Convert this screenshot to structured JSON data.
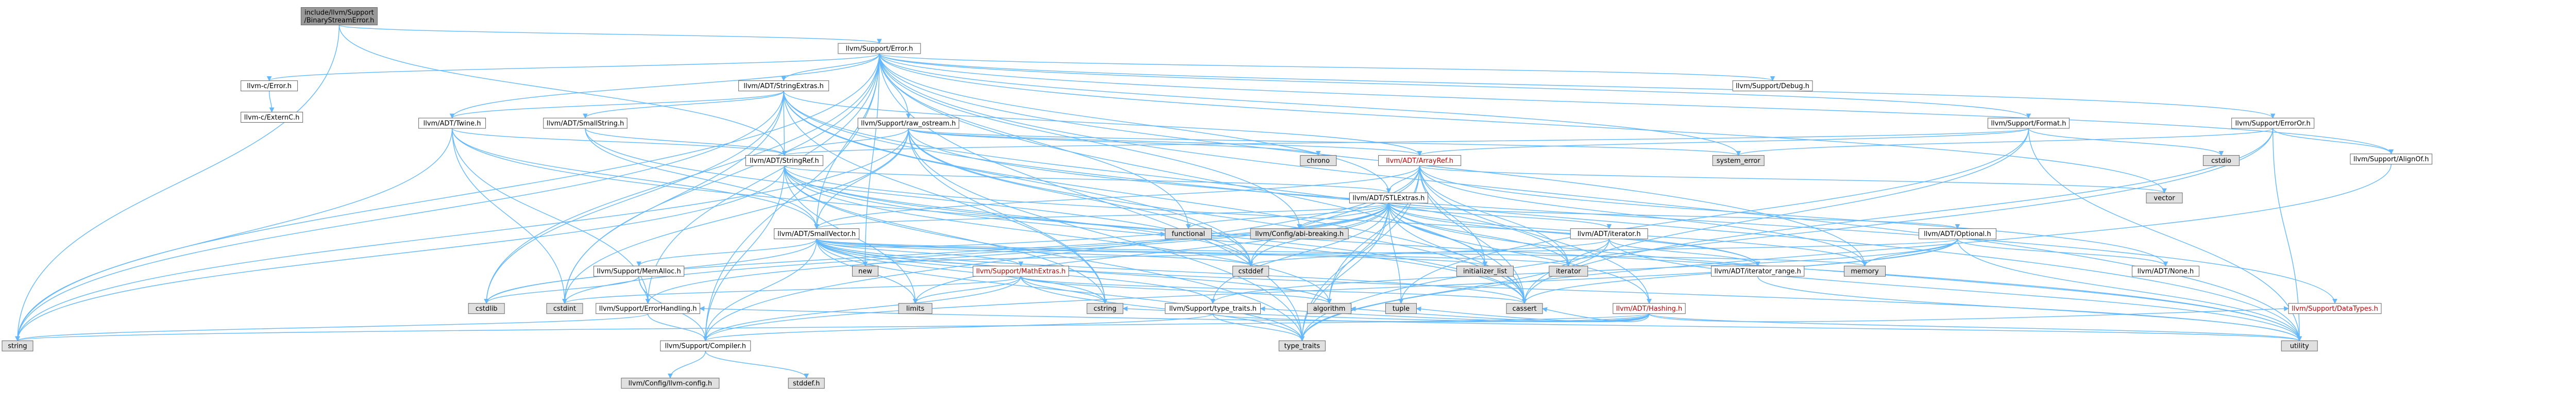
{
  "colors": {
    "edge": "#63b8ff",
    "root_fill": "#999999",
    "node_fill": "#ffffff",
    "system_fill": "#e0e0e0",
    "border": "#666666",
    "incomplete_text": "#c00000"
  },
  "root": "llvm/Support/BinaryStreamError.h",
  "nodes": [
    {
      "id": "root",
      "lines": [
        "include/llvm/Support",
        "/BinaryStreamError.h"
      ],
      "kind": "root"
    },
    {
      "id": "error",
      "lines": [
        "llvm/Support/Error.h"
      ],
      "kind": "normal"
    },
    {
      "id": "stringref",
      "lines": [
        "llvm/ADT/StringRef.h"
      ],
      "kind": "normal"
    },
    {
      "id": "string",
      "lines": [
        "string"
      ],
      "kind": "system"
    },
    {
      "id": "cerror",
      "lines": [
        "llvm-c/Error.h"
      ],
      "kind": "normal"
    },
    {
      "id": "cexternc",
      "lines": [
        "llvm-c/ExternC.h"
      ],
      "kind": "normal"
    },
    {
      "id": "stringextras",
      "lines": [
        "llvm/ADT/StringExtras.h"
      ],
      "kind": "normal"
    },
    {
      "id": "twine",
      "lines": [
        "llvm/ADT/Twine.h"
      ],
      "kind": "normal"
    },
    {
      "id": "smallstring",
      "lines": [
        "llvm/ADT/SmallString.h"
      ],
      "kind": "normal"
    },
    {
      "id": "rawostream",
      "lines": [
        "llvm/Support/raw_ostream.h"
      ],
      "kind": "normal"
    },
    {
      "id": "stlextras",
      "lines": [
        "llvm/ADT/STLExtras.h"
      ],
      "kind": "normal"
    },
    {
      "id": "smallvector",
      "lines": [
        "llvm/ADT/SmallVector.h"
      ],
      "kind": "normal"
    },
    {
      "id": "arrayref",
      "lines": [
        "llvm/ADT/ArrayRef.h"
      ],
      "kind": "red"
    },
    {
      "id": "debug",
      "lines": [
        "llvm/Support/Debug.h"
      ],
      "kind": "normal"
    },
    {
      "id": "format",
      "lines": [
        "llvm/Support/Format.h"
      ],
      "kind": "normal"
    },
    {
      "id": "erroror",
      "lines": [
        "llvm/Support/ErrorOr.h"
      ],
      "kind": "normal"
    },
    {
      "id": "alignof",
      "lines": [
        "llvm/Support/AlignOf.h"
      ],
      "kind": "normal"
    },
    {
      "id": "vector",
      "lines": [
        "vector"
      ],
      "kind": "system"
    },
    {
      "id": "systemerror",
      "lines": [
        "system_error"
      ],
      "kind": "system"
    },
    {
      "id": "chrono",
      "lines": [
        "chrono"
      ],
      "kind": "system"
    },
    {
      "id": "cstdio",
      "lines": [
        "cstdio"
      ],
      "kind": "system"
    },
    {
      "id": "abibreaking",
      "lines": [
        "llvm/Config/abi-breaking.h"
      ],
      "kind": "system"
    },
    {
      "id": "functional",
      "lines": [
        "functional"
      ],
      "kind": "system"
    },
    {
      "id": "adtiterator",
      "lines": [
        "llvm/ADT/iterator.h"
      ],
      "kind": "normal"
    },
    {
      "id": "optional",
      "lines": [
        "llvm/ADT/Optional.h"
      ],
      "kind": "normal"
    },
    {
      "id": "memalloc",
      "lines": [
        "llvm/Support/MemAlloc.h"
      ],
      "kind": "normal"
    },
    {
      "id": "mathextras",
      "lines": [
        "llvm/Support/MathExtras.h"
      ],
      "kind": "red"
    },
    {
      "id": "new",
      "lines": [
        "new"
      ],
      "kind": "system"
    },
    {
      "id": "initlist",
      "lines": [
        "initializer_list"
      ],
      "kind": "system"
    },
    {
      "id": "cstddef",
      "lines": [
        "cstddef"
      ],
      "kind": "system"
    },
    {
      "id": "iterator",
      "lines": [
        "iterator"
      ],
      "kind": "system"
    },
    {
      "id": "memory",
      "lines": [
        "memory"
      ],
      "kind": "system"
    },
    {
      "id": "itrange",
      "lines": [
        "llvm/ADT/iterator_range.h"
      ],
      "kind": "normal"
    },
    {
      "id": "adtnone",
      "lines": [
        "llvm/ADT/None.h"
      ],
      "kind": "normal"
    },
    {
      "id": "hashing",
      "lines": [
        "llvm/ADT/Hashing.h"
      ],
      "kind": "red"
    },
    {
      "id": "errorhandling",
      "lines": [
        "llvm/Support/ErrorHandling.h"
      ],
      "kind": "normal"
    },
    {
      "id": "typetraits",
      "lines": [
        "llvm/Support/type_traits.h"
      ],
      "kind": "normal"
    },
    {
      "id": "cstdint",
      "lines": [
        "cstdint"
      ],
      "kind": "system"
    },
    {
      "id": "cstdlib",
      "lines": [
        "cstdlib"
      ],
      "kind": "system"
    },
    {
      "id": "cstring",
      "lines": [
        "cstring"
      ],
      "kind": "system"
    },
    {
      "id": "limits",
      "lines": [
        "limits"
      ],
      "kind": "system"
    },
    {
      "id": "algorithm",
      "lines": [
        "algorithm"
      ],
      "kind": "system"
    },
    {
      "id": "cassert",
      "lines": [
        "cassert"
      ],
      "kind": "system"
    },
    {
      "id": "tuple",
      "lines": [
        "tuple"
      ],
      "kind": "system"
    },
    {
      "id": "datatypes",
      "lines": [
        "llvm/Support/DataTypes.h"
      ],
      "kind": "red"
    },
    {
      "id": "compiler",
      "lines": [
        "llvm/Support/Compiler.h"
      ],
      "kind": "normal"
    },
    {
      "id": "typetraitsstd",
      "lines": [
        "type_traits"
      ],
      "kind": "system"
    },
    {
      "id": "utility",
      "lines": [
        "utility"
      ],
      "kind": "system"
    },
    {
      "id": "llvmconfig",
      "lines": [
        "llvm/Config/llvm-config.h"
      ],
      "kind": "system"
    },
    {
      "id": "stddef",
      "lines": [
        "stddef.h"
      ],
      "kind": "system"
    }
  ],
  "edges": [
    [
      "root",
      "error"
    ],
    [
      "root",
      "stringref"
    ],
    [
      "root",
      "string"
    ],
    [
      "error",
      "cerror"
    ],
    [
      "error",
      "stringextras"
    ],
    [
      "error",
      "twine"
    ],
    [
      "error",
      "abibreaking"
    ],
    [
      "error",
      "alignof"
    ],
    [
      "error",
      "compiler"
    ],
    [
      "error",
      "debug"
    ],
    [
      "error",
      "erroror"
    ],
    [
      "error",
      "errorhandling"
    ],
    [
      "error",
      "format"
    ],
    [
      "error",
      "rawostream"
    ],
    [
      "error",
      "string"
    ],
    [
      "error",
      "cassert"
    ],
    [
      "error",
      "cstdint"
    ],
    [
      "error",
      "cstdlib"
    ],
    [
      "error",
      "functional"
    ],
    [
      "error",
      "memory"
    ],
    [
      "error",
      "new"
    ],
    [
      "error",
      "systemerror"
    ],
    [
      "error",
      "typetraitsstd"
    ],
    [
      "error",
      "utility"
    ],
    [
      "error",
      "vector"
    ],
    [
      "error",
      "stlextras"
    ],
    [
      "error",
      "smallvector"
    ],
    [
      "cerror",
      "cexternc"
    ],
    [
      "stringextras",
      "arrayref"
    ],
    [
      "stringextras",
      "smallstring"
    ],
    [
      "stringextras",
      "stringref"
    ],
    [
      "stringextras",
      "twine"
    ],
    [
      "stringextras",
      "cassert"
    ],
    [
      "stringextras",
      "cstddef"
    ],
    [
      "stringextras",
      "cstdint"
    ],
    [
      "stringextras",
      "cstdlib"
    ],
    [
      "stringextras",
      "cstring"
    ],
    [
      "stringextras",
      "iterator"
    ],
    [
      "stringextras",
      "string"
    ],
    [
      "stringextras",
      "utility"
    ],
    [
      "twine",
      "smallvector"
    ],
    [
      "twine",
      "stringref"
    ],
    [
      "twine",
      "errorhandling"
    ],
    [
      "twine",
      "cassert"
    ],
    [
      "twine",
      "cstdint"
    ],
    [
      "twine",
      "string"
    ],
    [
      "smallstring",
      "smallvector"
    ],
    [
      "smallstring",
      "stringref"
    ],
    [
      "smallstring",
      "cstddef"
    ],
    [
      "rawostream",
      "arrayref"
    ],
    [
      "rawostream",
      "smallvector"
    ],
    [
      "rawostream",
      "stringref"
    ],
    [
      "rawostream",
      "datatypes"
    ],
    [
      "rawostream",
      "cassert"
    ],
    [
      "rawostream",
      "chrono"
    ],
    [
      "rawostream",
      "cstddef"
    ],
    [
      "rawostream",
      "cstdint"
    ],
    [
      "rawostream",
      "cstring"
    ],
    [
      "rawostream",
      "string"
    ],
    [
      "rawostream",
      "systemerror"
    ],
    [
      "rawostream",
      "typetraitsstd"
    ],
    [
      "stringref",
      "stlextras"
    ],
    [
      "stringref",
      "itrange"
    ],
    [
      "stringref",
      "compiler"
    ],
    [
      "stringref",
      "algorithm"
    ],
    [
      "stringref",
      "cassert"
    ],
    [
      "stringref",
      "cstddef"
    ],
    [
      "stringref",
      "cstring"
    ],
    [
      "stringref",
      "limits"
    ],
    [
      "stringref",
      "string"
    ],
    [
      "stringref",
      "typetraitsstd"
    ],
    [
      "stringref",
      "utility"
    ],
    [
      "stlextras",
      "abibreaking"
    ],
    [
      "stlextras",
      "adtiterator"
    ],
    [
      "stlextras",
      "itrange"
    ],
    [
      "stlextras",
      "optional"
    ],
    [
      "stlextras",
      "smallvector"
    ],
    [
      "stlextras",
      "hashing"
    ],
    [
      "stlextras",
      "errorhandling"
    ],
    [
      "stlextras",
      "typetraits"
    ],
    [
      "stlextras",
      "algorithm"
    ],
    [
      "stlextras",
      "cassert"
    ],
    [
      "stlextras",
      "cstddef"
    ],
    [
      "stlextras",
      "cstdint"
    ],
    [
      "stlextras",
      "cstdlib"
    ],
    [
      "stlextras",
      "functional"
    ],
    [
      "stlextras",
      "initlist"
    ],
    [
      "stlextras",
      "iterator"
    ],
    [
      "stlextras",
      "limits"
    ],
    [
      "stlextras",
      "memory"
    ],
    [
      "stlextras",
      "tuple"
    ],
    [
      "stlextras",
      "typetraitsstd"
    ],
    [
      "stlextras",
      "utility"
    ],
    [
      "smallvector",
      "compiler"
    ],
    [
      "smallvector",
      "memalloc"
    ],
    [
      "smallvector",
      "typetraits"
    ],
    [
      "smallvector",
      "algorithm"
    ],
    [
      "smallvector",
      "cassert"
    ],
    [
      "smallvector",
      "cstddef"
    ],
    [
      "smallvector",
      "cstdlib"
    ],
    [
      "smallvector",
      "cstring"
    ],
    [
      "smallvector",
      "functional"
    ],
    [
      "smallvector",
      "initlist"
    ],
    [
      "smallvector",
      "iterator"
    ],
    [
      "smallvector",
      "limits"
    ],
    [
      "smallvector",
      "memory"
    ],
    [
      "smallvector",
      "new"
    ],
    [
      "smallvector",
      "typetraitsstd"
    ],
    [
      "smallvector",
      "utility"
    ],
    [
      "smallvector",
      "mathextras"
    ],
    [
      "arrayref",
      "hashing"
    ],
    [
      "arrayref",
      "adtnone"
    ],
    [
      "arrayref",
      "smallvector"
    ],
    [
      "arrayref",
      "stlextras"
    ],
    [
      "arrayref",
      "compiler"
    ],
    [
      "arrayref",
      "algorithm"
    ],
    [
      "arrayref",
      "cassert"
    ],
    [
      "arrayref",
      "cstddef"
    ],
    [
      "arrayref",
      "initlist"
    ],
    [
      "arrayref",
      "iterator"
    ],
    [
      "arrayref",
      "memory"
    ],
    [
      "arrayref",
      "typetraitsstd"
    ],
    [
      "arrayref",
      "vector"
    ],
    [
      "format",
      "arrayref"
    ],
    [
      "format",
      "stringref"
    ],
    [
      "format",
      "cassert"
    ],
    [
      "format",
      "cstdio"
    ],
    [
      "format",
      "tuple"
    ],
    [
      "format",
      "utility"
    ],
    [
      "erroror",
      "alignof"
    ],
    [
      "erroror",
      "cassert"
    ],
    [
      "erroror",
      "systemerror"
    ],
    [
      "erroror",
      "typetraitsstd"
    ],
    [
      "erroror",
      "utility"
    ],
    [
      "alignof",
      "typetraitsstd"
    ],
    [
      "adtiterator",
      "itrange"
    ],
    [
      "adtiterator",
      "cstddef"
    ],
    [
      "adtiterator",
      "iterator"
    ],
    [
      "adtiterator",
      "typetraitsstd"
    ],
    [
      "adtiterator",
      "utility"
    ],
    [
      "optional",
      "adtnone"
    ],
    [
      "optional",
      "compiler"
    ],
    [
      "optional",
      "typetraits"
    ],
    [
      "optional",
      "cassert"
    ],
    [
      "optional",
      "memory"
    ],
    [
      "optional",
      "new"
    ],
    [
      "optional",
      "utility"
    ],
    [
      "memalloc",
      "compiler"
    ],
    [
      "memalloc",
      "errorhandling"
    ],
    [
      "memalloc",
      "cstdlib"
    ],
    [
      "mathextras",
      "compiler"
    ],
    [
      "mathextras",
      "algorithm"
    ],
    [
      "mathextras",
      "cassert"
    ],
    [
      "mathextras",
      "cstdint"
    ],
    [
      "mathextras",
      "cstring"
    ],
    [
      "mathextras",
      "limits"
    ],
    [
      "mathextras",
      "typetraitsstd"
    ],
    [
      "itrange",
      "utility"
    ],
    [
      "hashing",
      "datatypes"
    ],
    [
      "hashing",
      "errorhandling"
    ],
    [
      "hashing",
      "typetraits"
    ],
    [
      "hashing",
      "algorithm"
    ],
    [
      "hashing",
      "cassert"
    ],
    [
      "hashing",
      "cstring"
    ],
    [
      "hashing",
      "string"
    ],
    [
      "hashing",
      "tuple"
    ],
    [
      "hashing",
      "utility"
    ],
    [
      "errorhandling",
      "compiler"
    ],
    [
      "errorhandling",
      "string"
    ],
    [
      "typetraits",
      "compiler"
    ],
    [
      "typetraits",
      "typetraitsstd"
    ],
    [
      "typetraits",
      "utility"
    ],
    [
      "compiler",
      "llvmconfig"
    ],
    [
      "compiler",
      "stddef"
    ]
  ]
}
